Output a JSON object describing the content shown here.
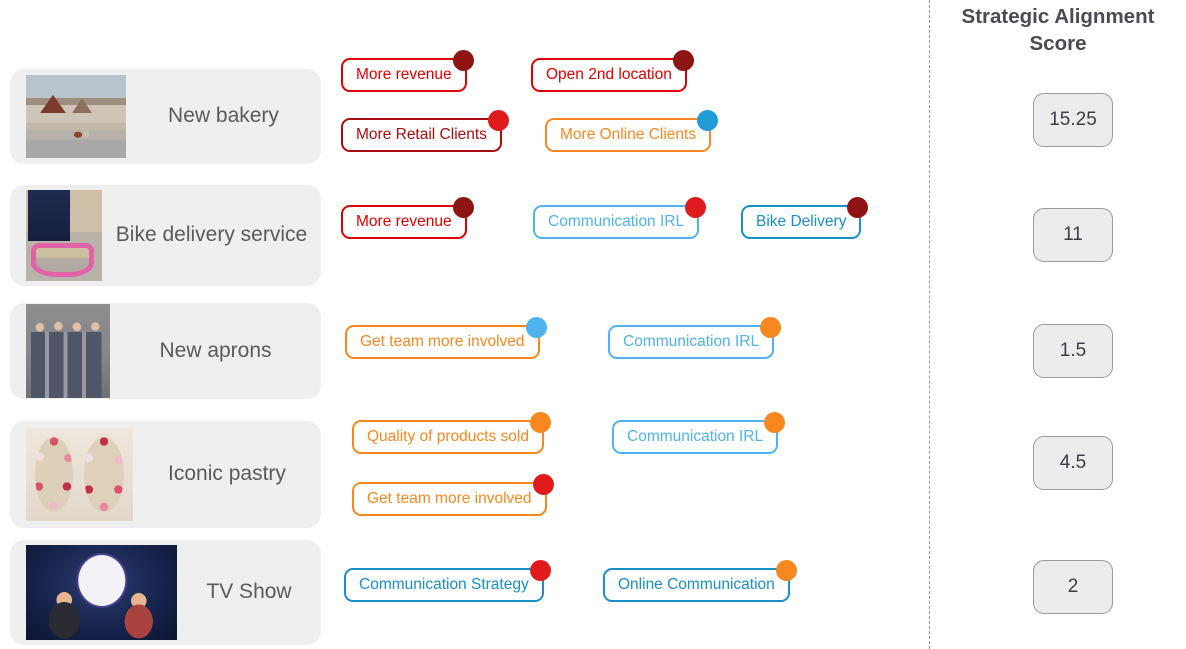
{
  "score_column": {
    "header": "Strategic Alignment Score",
    "header_line1": "Strategic Alignment",
    "header_line2": "Score"
  },
  "colors": {
    "bright_red": "#E00000",
    "dark_red": "#A80E0E",
    "orange": "#F7881F",
    "light_blue": "#4FB3EE",
    "mid_blue": "#1A8FC8",
    "dot_dark_red": "#8E1414",
    "dot_red": "#E01B1B",
    "dot_orange": "#F7881F",
    "dot_blue": "#1F9BD6",
    "card_bg": "#EFEFEF",
    "score_bg": "#ECECEC",
    "score_border": "#9B9B9B",
    "text_gray": "#5A5A5A",
    "header_gray": "#4A4A55",
    "divider": "#9A9A9A"
  },
  "rows": [
    {
      "name": "New bakery",
      "thumb": "bakery-thumbnail",
      "score": "15.25",
      "tag_lines": [
        [
          {
            "label": "More revenue",
            "border": "#E00000",
            "text": "#E00000",
            "dot": "#8E1414"
          },
          {
            "label": "Open 2nd location",
            "border": "#E00000",
            "text": "#E00000",
            "dot": "#8E1414"
          }
        ],
        [
          {
            "label": "More Retail Clients",
            "border": "#A80E0E",
            "text": "#A80E0E",
            "dot": "#E01B1B"
          },
          {
            "label": "More Online Clients",
            "border": "#F7881F",
            "text": "#F7881F",
            "dot": "#1F9BD6"
          }
        ]
      ]
    },
    {
      "name": "Bike delivery service",
      "thumb": "bike-delivery-thumbnail",
      "score": "11",
      "tag_lines": [
        [
          {
            "label": "More revenue",
            "border": "#E00000",
            "text": "#E00000",
            "dot": "#8E1414"
          },
          {
            "label": "Communication IRL",
            "border": "#4FB3EE",
            "text": "#4FB3EE",
            "dot": "#E01B1B"
          },
          {
            "label": "Bike Delivery",
            "border": "#1A8FC8",
            "text": "#1A8FC8",
            "dot": "#8E1414"
          }
        ]
      ]
    },
    {
      "name": "New aprons",
      "thumb": "aprons-thumbnail",
      "score": "1.5",
      "tag_lines": [
        [
          {
            "label": "Get team more involved",
            "border": "#F7881F",
            "text": "#F7881F",
            "dot": "#4FB3EE"
          },
          {
            "label": "Communication IRL",
            "border": "#4FB3EE",
            "text": "#4FB3EE",
            "dot": "#F7881F"
          }
        ]
      ]
    },
    {
      "name": "Iconic pastry",
      "thumb": "pastry-thumbnail",
      "score": "4.5",
      "tag_lines": [
        [
          {
            "label": "Quality of products sold",
            "border": "#F7881F",
            "text": "#F7881F",
            "dot": "#F7881F"
          },
          {
            "label": "Communication IRL",
            "border": "#4FB3EE",
            "text": "#4FB3EE",
            "dot": "#F7881F"
          }
        ],
        [
          {
            "label": "Get team more involved",
            "border": "#F7881F",
            "text": "#F7881F",
            "dot": "#E01B1B"
          }
        ]
      ]
    },
    {
      "name": "TV Show",
      "thumb": "tv-show-thumbnail",
      "score": "2",
      "tag_lines": [
        [
          {
            "label": "Communication Strategy",
            "border": "#1A8FC8",
            "text": "#1A8FC8",
            "dot": "#E01B1B"
          },
          {
            "label": "Online Communication",
            "border": "#1A8FC8",
            "text": "#1A8FC8",
            "dot": "#F7881F"
          }
        ]
      ]
    }
  ]
}
